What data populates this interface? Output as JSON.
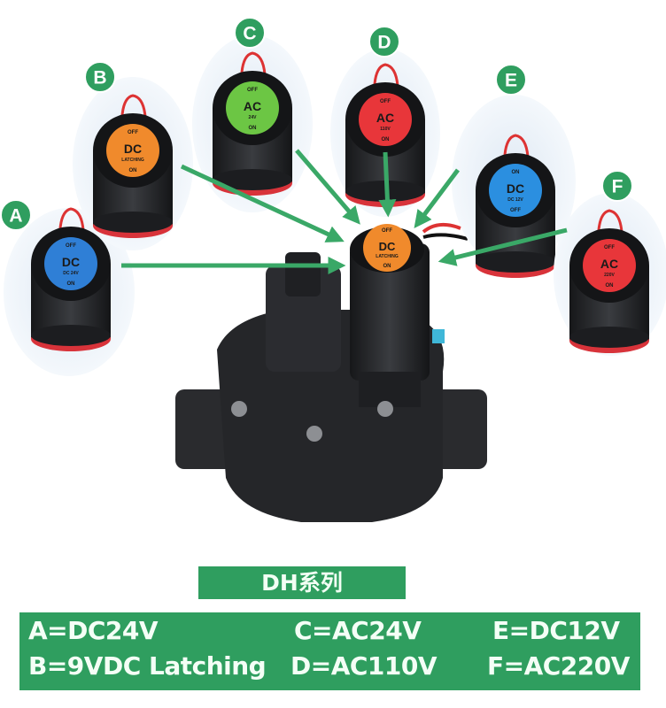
{
  "colors": {
    "accent_green": "#2f9e5f",
    "badge_green": "#2f9e5f",
    "coil_body": "#1c1d20"
  },
  "coils": [
    {
      "letter": "A",
      "cap_color": "#2f7fd6",
      "cap_lines": [
        "OFF",
        "DC",
        "DC 24V",
        "ON"
      ]
    },
    {
      "letter": "B",
      "cap_color": "#f08a2c",
      "cap_lines": [
        "OFF",
        "DC",
        "LATCHING",
        "ON"
      ]
    },
    {
      "letter": "C",
      "cap_color": "#6cc644",
      "cap_lines": [
        "OFF",
        "AC",
        "24V",
        "ON"
      ]
    },
    {
      "letter": "D",
      "cap_color": "#e8363a",
      "cap_lines": [
        "OFF",
        "AC",
        "110V",
        "ON"
      ]
    },
    {
      "letter": "E",
      "cap_color": "#2b8fe0",
      "cap_lines": [
        "ON",
        "DC",
        "DC 12V",
        "OFF"
      ]
    },
    {
      "letter": "F",
      "cap_color": "#e8363a",
      "cap_lines": [
        "OFF",
        "AC",
        "220V",
        "ON"
      ]
    }
  ],
  "valve": {
    "cap_color": "#f08a2c",
    "cap_lines": [
      "OFF",
      "DC",
      "LATCHING",
      "ON"
    ]
  },
  "series_title": "DH系列",
  "legend": [
    "A=DC24V",
    "B=9VDC Latching",
    "C=AC24V",
    "D=AC110V",
    "E=DC12V",
    "F=AC220V"
  ]
}
